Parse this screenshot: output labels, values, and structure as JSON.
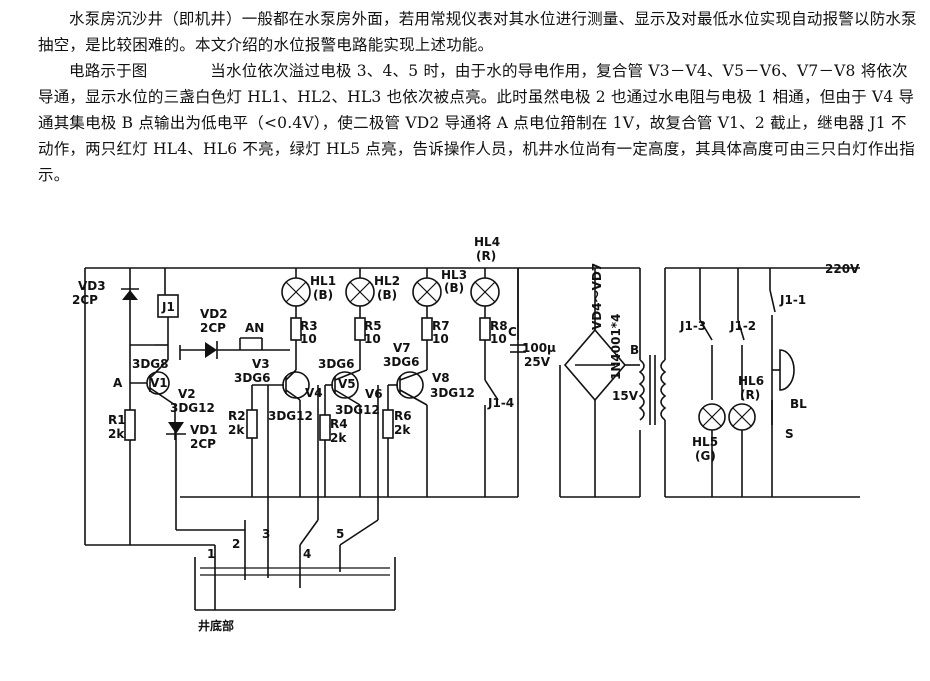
{
  "text": {
    "para1": "水泵房沉沙井（即机井）一般都在水泵房外面，若用常规仪表对其水位进行测量、显示及对最低水位实现自动报警以防水泵抽空，是比较困难的。本文介绍的水位报警电路能实现上述功能。",
    "para2": "电路示于图　　　　当水位依次溢过电极 3、4、5 时，由于水的导电作用，复合管 V3－V4、V5－V6、V7－V8 将依次导通，显示水位的三盏白色灯 HL1、HL2、HL3 也依次被点亮。此时虽然电极 2 也通过水电阻与电极 1 相通，但由于 V4 导通其集电极 B 点输出为低电平（<0.4V），使二极管 VD2 导通将 A 点电位箝制在 1V，故复合管 V1、2 截止，继电器 J1 不动作，两只红灯 HL4、HL6 不亮，绿灯 HL5 点亮，告诉操作人员，机井水位尚有一定高度，其具体高度可由三只白灯作出指示。"
  },
  "labels": {
    "vd3": "VD3",
    "vd3_type": "2CP",
    "j1": "J1",
    "vd2": "VD2",
    "vd2_type": "2CP",
    "an": "AN",
    "q3dg8": "3DG8",
    "a": "A",
    "v1": "V1",
    "v2": "V2",
    "q3dg12a": "3DG12",
    "r1": "R1",
    "r1_val": "2k",
    "vd1": "VD1",
    "vd1_type": "2CP",
    "v3": "V3",
    "q3dg6a": "3DG6",
    "r2": "R2",
    "r2_val": "2k",
    "q3dg12b": "3DG12",
    "v4": "V4",
    "r3": "R3",
    "r3_val": "10",
    "hl1": "HL1",
    "hl1_c": "(B)",
    "hl2": "HL2",
    "hl2_c": "(B)",
    "hl3": "HL3",
    "hl3_c": "(B)",
    "hl4": "HL4",
    "hl4_c": "(R)",
    "q3dg6b": "3DG6",
    "v5": "V5",
    "v6": "V6",
    "q3dg12c": "3DG12",
    "r4": "R4",
    "r4_val": "2k",
    "r5": "R5",
    "r5_val": "10",
    "v7": "V7",
    "q3dg6c": "3DG6",
    "v8": "V8",
    "q3dg12d": "3DG12",
    "r6": "R6",
    "r6_val": "2k",
    "r7": "R7",
    "r7_val": "10",
    "r8": "R8",
    "r8_val": "10",
    "j14": "J1-4",
    "c": "C",
    "c_val": "100μ",
    "c_v": "25V",
    "vd47": "VD4～VD7",
    "vd47_type": "1N4001*4",
    "b": "B",
    "v15": "15V",
    "j13": "J1-3",
    "j12": "J1-2",
    "j11": "J1-1",
    "v220": "220V",
    "hl6": "HL6",
    "hl6_c": "(R)",
    "hl5": "HL5",
    "hl5_c": "(G)",
    "bl": "BL",
    "s": "S",
    "e1": "1",
    "e2": "2",
    "e3": "3",
    "e4": "4",
    "e5": "5",
    "well": "井底部"
  }
}
